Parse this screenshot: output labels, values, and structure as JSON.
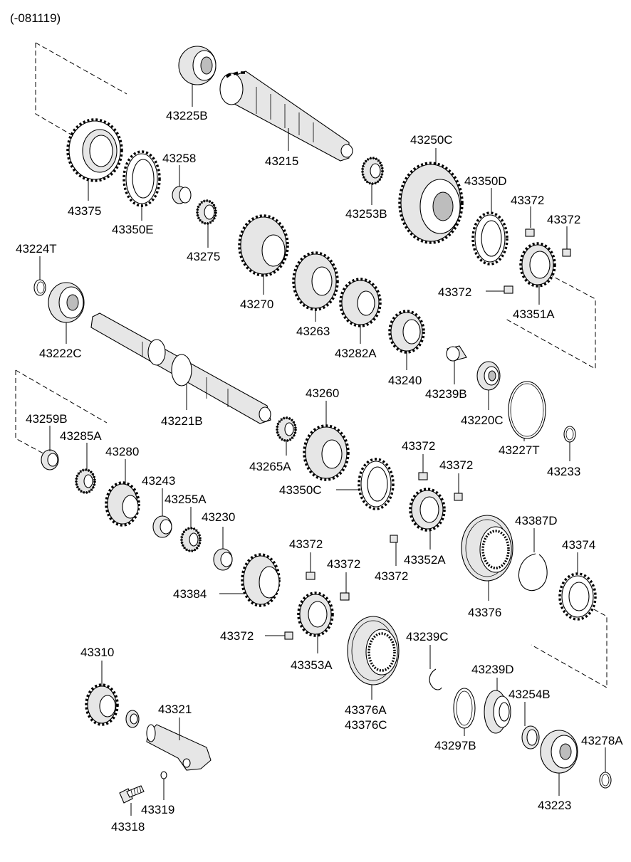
{
  "header": {
    "code": "(-081119)"
  },
  "parts": [
    {
      "id": "p-43225B",
      "label": "43225B"
    },
    {
      "id": "p-43215",
      "label": "43215"
    },
    {
      "id": "p-43375",
      "label": "43375"
    },
    {
      "id": "p-43258",
      "label": "43258"
    },
    {
      "id": "p-43350E",
      "label": "43350E"
    },
    {
      "id": "p-43275",
      "label": "43275"
    },
    {
      "id": "p-43253B",
      "label": "43253B"
    },
    {
      "id": "p-43250C",
      "label": "43250C"
    },
    {
      "id": "p-43350D",
      "label": "43350D"
    },
    {
      "id": "p-43372-a",
      "label": "43372"
    },
    {
      "id": "p-43372-b",
      "label": "43372"
    },
    {
      "id": "p-43372-c",
      "label": "43372"
    },
    {
      "id": "p-43351A",
      "label": "43351A"
    },
    {
      "id": "p-43224T",
      "label": "43224T"
    },
    {
      "id": "p-43222C",
      "label": "43222C"
    },
    {
      "id": "p-43270",
      "label": "43270"
    },
    {
      "id": "p-43263",
      "label": "43263"
    },
    {
      "id": "p-43282A",
      "label": "43282A"
    },
    {
      "id": "p-43240",
      "label": "43240"
    },
    {
      "id": "p-43239B",
      "label": "43239B"
    },
    {
      "id": "p-43220C",
      "label": "43220C"
    },
    {
      "id": "p-43221B",
      "label": "43221B"
    },
    {
      "id": "p-43227T",
      "label": "43227T"
    },
    {
      "id": "p-43233",
      "label": "43233"
    },
    {
      "id": "p-43259B",
      "label": "43259B"
    },
    {
      "id": "p-43285A",
      "label": "43285A"
    },
    {
      "id": "p-43280",
      "label": "43280"
    },
    {
      "id": "p-43260",
      "label": "43260"
    },
    {
      "id": "p-43265A",
      "label": "43265A"
    },
    {
      "id": "p-43243",
      "label": "43243"
    },
    {
      "id": "p-43255A",
      "label": "43255A"
    },
    {
      "id": "p-43230",
      "label": "43230"
    },
    {
      "id": "p-43350C",
      "label": "43350C"
    },
    {
      "id": "p-43372-d",
      "label": "43372"
    },
    {
      "id": "p-43372-e",
      "label": "43372"
    },
    {
      "id": "p-43352A",
      "label": "43352A"
    },
    {
      "id": "p-43372-f",
      "label": "43372"
    },
    {
      "id": "p-43387D",
      "label": "43387D"
    },
    {
      "id": "p-43374",
      "label": "43374"
    },
    {
      "id": "p-43372-g",
      "label": "43372"
    },
    {
      "id": "p-43372-h",
      "label": "43372"
    },
    {
      "id": "p-43384",
      "label": "43384"
    },
    {
      "id": "p-43376",
      "label": "43376"
    },
    {
      "id": "p-43372-i",
      "label": "43372"
    },
    {
      "id": "p-43353A",
      "label": "43353A"
    },
    {
      "id": "p-43239C",
      "label": "43239C"
    },
    {
      "id": "p-43310",
      "label": "43310"
    },
    {
      "id": "p-43239D",
      "label": "43239D"
    },
    {
      "id": "p-43321",
      "label": "43321"
    },
    {
      "id": "p-43254B",
      "label": "43254B"
    },
    {
      "id": "p-43376A",
      "label": "43376A"
    },
    {
      "id": "p-43376C",
      "label": "43376C"
    },
    {
      "id": "p-43297B",
      "label": "43297B"
    },
    {
      "id": "p-43278A",
      "label": "43278A"
    },
    {
      "id": "p-43319",
      "label": "43319"
    },
    {
      "id": "p-43223",
      "label": "43223"
    },
    {
      "id": "p-43318",
      "label": "43318"
    }
  ]
}
